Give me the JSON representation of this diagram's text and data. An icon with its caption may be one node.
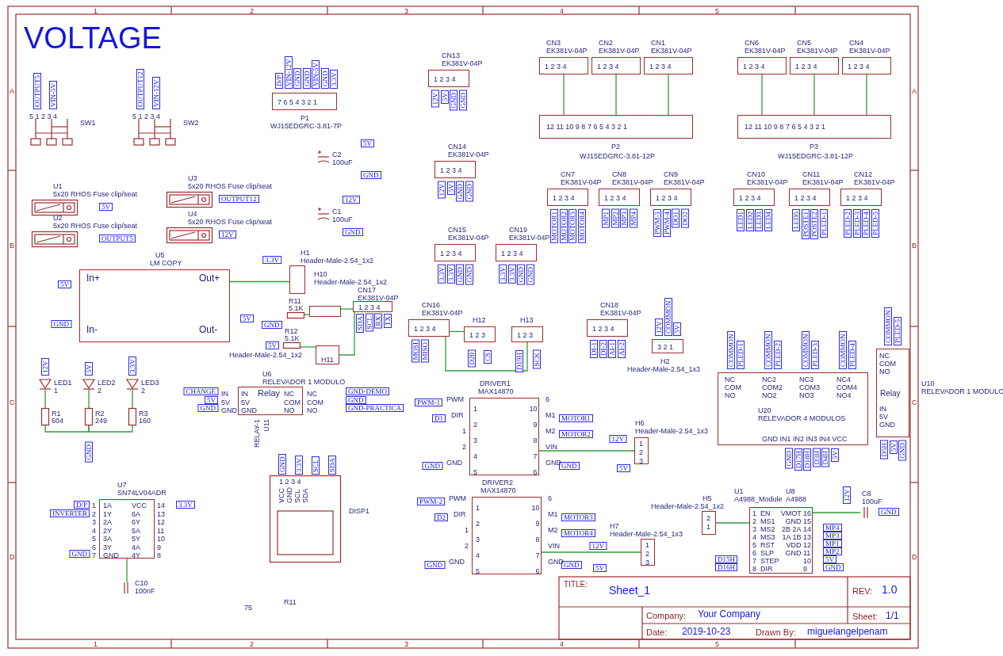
{
  "diagram": {
    "title": "VOLTAGE",
    "nodes": [
      {
        "text": [
          "SW1",
          "5 1 2 3 4"
        ],
        "beside": [
          "OUTPUT5",
          "VIN-5V"
        ]
      },
      {
        "text": [
          "SW2",
          "5 1 2 3 4"
        ],
        "beside": [
          "OUTPUT12",
          "VIN-12V"
        ]
      },
      {
        "text": [
          "7 6 5 4 3 2 1",
          "P1",
          "WJ15EDGRC-3.81-7P"
        ],
        "beside": [
          "D/P",
          "VIN-12V",
          "GND",
          "GND",
          "VIN-5V",
          "GND",
          "3.3V"
        ]
      },
      {
        "text": [
          "CN13",
          "EK381V-04P",
          "1 2 3 4"
        ],
        "beside": [
          "12V",
          "5V",
          "GND",
          "GND"
        ]
      },
      {
        "text": [
          "CN3",
          "EK381V-04P",
          "1 2 3 4"
        ]
      },
      {
        "text": [
          "CN2",
          "EK381V-04P",
          "1 2 3 4"
        ]
      },
      {
        "text": [
          "CN1",
          "EK381V-04P",
          "1 2 3 4"
        ]
      },
      {
        "text": [
          "12 11 10 9 8 7 6 5 4 3 2 1",
          "P2",
          "WJ15EDGRC-3.81-12P"
        ]
      },
      {
        "text": [
          "CN6",
          "EK381V-04P",
          "1 2 3 4"
        ]
      },
      {
        "text": [
          "CN5",
          "EK381V-04P",
          "1 2 3 4"
        ]
      },
      {
        "text": [
          "CN4",
          "EK381V-04P",
          "1 2 3 4"
        ]
      },
      {
        "text": [
          "12 11 10 9 8 7 6 5 4 3 2 1",
          "P3",
          "WJ15EDGRC-3.81-12P"
        ]
      },
      {
        "text": [
          "C2",
          "100uF"
        ],
        "beside": [
          "5V",
          "GND"
        ]
      },
      {
        "text": [
          "C1",
          "100uF"
        ],
        "beside": [
          "12V",
          "GND"
        ]
      },
      {
        "text": [
          "U1",
          "5x20 RHOS Fuse clip/seat"
        ],
        "beside": [
          "5V"
        ]
      },
      {
        "text": [
          "U2",
          "5x20 RHOS Fuse clip/seat"
        ],
        "beside": [
          "OUTPUT5"
        ]
      },
      {
        "text": [
          "U3",
          "5x20 RHOS Fuse clip/seat"
        ],
        "beside": [
          "OUTPUT12"
        ]
      },
      {
        "text": [
          "U4",
          "5x20 RHOS Fuse clip/seat"
        ],
        "beside": [
          "12V"
        ]
      },
      {
        "text": [
          "CN14",
          "EK381V-04P",
          "1 2 3 4"
        ],
        "beside": [
          "12V",
          "5V",
          "GND",
          "GND"
        ]
      },
      {
        "text": [
          "CN15",
          "EK381V-04P",
          "1 2 3 4"
        ],
        "beside": [
          "3.3V",
          "3.3V",
          "GND",
          "GND"
        ]
      },
      {
        "text": [
          "CN19",
          "EK381V-04P",
          "1 2 3 4"
        ],
        "beside": [
          "3.3V",
          "3.3V",
          "GND",
          "GND"
        ]
      },
      {
        "text": [
          "CN7",
          "EK381V-04P",
          "1 2 3 4"
        ],
        "beside": [
          "MOTOR1",
          "MOTOR2",
          "MOTOR3",
          "MOTOR4"
        ]
      },
      {
        "text": [
          "CN8",
          "EK381V-04P",
          "1 2 3 4"
        ],
        "beside": [
          "MP1",
          "MP2",
          "MP3",
          "MP4"
        ]
      },
      {
        "text": [
          "CN9",
          "EK381V-04P",
          "1 2 3 4"
        ],
        "beside": [
          "PWM-3",
          "PWM-4",
          "DO1",
          "DO2"
        ]
      },
      {
        "text": [
          "CN10",
          "EK381V-04P",
          "1 2 3 4"
        ],
        "beside": [
          "LED1",
          "LED2",
          "LED3",
          "LED4"
        ]
      },
      {
        "text": [
          "CN11",
          "EK381V-04P",
          "1 2 3 4"
        ],
        "beside": [
          "LED5",
          "POSTE1",
          "POSTE2",
          "PLED-1"
        ]
      },
      {
        "text": [
          "CN12",
          "EK381V-04P",
          "1 2 3 4"
        ],
        "beside": [
          "PLED-2",
          "PLED-3",
          "PLED-4",
          "PLED-5"
        ]
      },
      {
        "text": [
          "U5",
          "LM COPY",
          "In+",
          "Out+",
          "In-",
          "Out-"
        ],
        "beside": [
          "5V",
          "GND",
          "5V",
          "GND"
        ]
      },
      {
        "text": [
          "H1",
          "Header-Male-2.54_1x2"
        ],
        "beside": [
          "3.3V"
        ]
      },
      {
        "text": [
          "H10",
          "Header-Male-2.54_1x2"
        ]
      },
      {
        "text": [
          "CN17",
          "EK381V-04P",
          "1 2 3 4"
        ],
        "beside": [
          "SDA",
          "SCL",
          "RX",
          "TX"
        ]
      },
      {
        "text": [
          "R11",
          "5.1K"
        ]
      },
      {
        "text": [
          "R12",
          "5.1K"
        ],
        "beside": [
          "5V"
        ]
      },
      {
        "text": [
          "H11",
          "Header-Male-2.54_1x2"
        ]
      },
      {
        "text": [
          "CN16",
          "EK381V-04P",
          "1 2 3 4"
        ],
        "beside": [
          "MOSI",
          "MISO"
        ]
      },
      {
        "text": [
          "H12",
          "1 2 3"
        ],
        "beside": [
          "D20",
          "CS"
        ]
      },
      {
        "text": [
          "H13",
          "1 2 3"
        ],
        "beside": [
          "D19H",
          "SCK"
        ]
      },
      {
        "text": [
          "CN18",
          "EK381V-04P",
          "1 2 3 4"
        ],
        "beside": [
          "DI-1",
          "DI-2",
          "AI-1",
          "AI-2"
        ]
      },
      {
        "text": [
          "3 2 1",
          "H2",
          "Header-Male-2.54_1x3"
        ],
        "beside": [
          "12V",
          "COMMON",
          "5V"
        ]
      },
      {
        "text": [
          "U20",
          "RELEVADOR 4 MODULOS",
          "NC COM NO",
          "NC2 COM2 NO2",
          "NC3 COM3 NO3",
          "NC4 COM4 NO4",
          "GND IN1 IN2 IN3 IN4 VCC"
        ],
        "beside": [
          "COMMON",
          "PLED-1",
          "COMMON",
          "PLED-2",
          "COMMON",
          "PLED-3",
          "COMMON",
          "PLED-4",
          "GND",
          "D17H",
          "D18H",
          "D3H",
          "D4H",
          "5V"
        ]
      },
      {
        "text": [
          "U10",
          "RELEVADOR 1 MODULO",
          "NC COM NO",
          "Relay",
          "IN 5V GND"
        ],
        "beside": [
          "COMMON",
          "PLED-5",
          "D5H",
          "5V",
          "GND"
        ]
      },
      {
        "text": [
          "LED1",
          "1"
        ],
        "beside": [
          "12V"
        ]
      },
      {
        "text": [
          "LED2",
          "2"
        ],
        "beside": [
          "5V"
        ]
      },
      {
        "text": [
          "LED3",
          "2"
        ],
        "beside": [
          "3.3V"
        ]
      },
      {
        "text": [
          "R1",
          "604"
        ]
      },
      {
        "text": [
          "R2",
          "249"
        ],
        "beside": [
          "GND"
        ]
      },
      {
        "text": [
          "R3",
          "160"
        ]
      },
      {
        "text": [
          "U6",
          "RELEVADOR 1 MODULO",
          "IN 5V GND",
          "IN 5V GND",
          "Relay",
          "NC COM NO",
          "NC COM NO",
          "RELAY-1",
          "U11"
        ],
        "beside": [
          "CHANGE",
          "5V",
          "GND",
          "GND-DEMO",
          "GND",
          "GND-PRACTICA"
        ]
      },
      {
        "text": [
          "DRIVER1",
          "MAX14870",
          "PWM",
          "DIR",
          "GND",
          "M1",
          "M2",
          "VIN",
          "GND",
          "1 2 3 4 5",
          "10 9 8 7 6",
          "1",
          "2",
          "6"
        ],
        "beside": [
          "PWM-1",
          "D1",
          "GND",
          "MOTOR1",
          "MOTOR2",
          "GND"
        ]
      },
      {
        "text": [
          "H6",
          "Header-Male-2.54_1x3",
          "1 2 3"
        ],
        "beside": [
          "12V",
          "5V"
        ]
      },
      {
        "text": [
          "DRIVER2",
          "MAX14870",
          "PWM",
          "DIR",
          "GND",
          "M1",
          "M2",
          "VIN",
          "GND",
          "1 2 3 4 5",
          "10 9 8 7 6",
          "1",
          "2",
          "6"
        ],
        "beside": [
          "PWM-2",
          "D2",
          "GND",
          "MOTOR3",
          "MOTOR4",
          "GND"
        ]
      },
      {
        "text": [
          "H7",
          "Header-Male-2.54_1x3",
          "1 2 3"
        ],
        "beside": [
          "12V",
          "5V"
        ]
      },
      {
        "text": [
          "U7",
          "SN74LV04ADR",
          "1 2 3 4 5 6 7",
          "1A 1Y 2A 2Y 3A 3Y GND",
          "VCC 6A 6Y 5A 5Y 4A 4Y",
          "14 13 12 11 10 9 8"
        ],
        "beside": [
          "D/P",
          "INVERTER",
          "GND",
          "3.3V"
        ]
      },
      {
        "text": [
          "C10",
          "100nF"
        ]
      },
      {
        "text": [
          "DISP1",
          "1 2 3 4",
          "VCC GND SCL SDA"
        ],
        "beside": [
          "GND",
          "3.3V",
          "SCL",
          "SDA"
        ]
      },
      {
        "text": [
          "H5",
          "Header-Male-2.54_1x2",
          "2 1"
        ]
      },
      {
        "text": [
          "U1",
          "A4988_Module",
          "U8",
          "A4988",
          "1 2 3 4 5 6 7 8",
          "EN MS1 MS2 MS3 RST SLP STEP DIR",
          "VMOT GND 2B 2A 1A 1B VDD GND",
          "16 15 14 13 12 11 10 9"
        ],
        "beside": [
          "D15H",
          "D16H",
          "MP4",
          "MP3",
          "MP1",
          "MP2",
          "5V",
          "GND"
        ]
      },
      {
        "text": [
          "C8",
          "100uF"
        ],
        "beside": [
          "12V",
          "GND"
        ]
      }
    ],
    "edges": [
      {
        "from": 4,
        "to": 7,
        "arrow": "none"
      },
      {
        "from": 5,
        "to": 7,
        "arrow": "none"
      },
      {
        "from": 6,
        "to": 7,
        "arrow": "none"
      },
      {
        "from": 8,
        "to": 11,
        "arrow": "none"
      },
      {
        "from": 9,
        "to": 11,
        "arrow": "none"
      },
      {
        "from": 10,
        "to": 11,
        "arrow": "none"
      },
      {
        "from": 27,
        "to": 28,
        "arrow": "none"
      },
      {
        "from": 31,
        "to": 29,
        "arrow": "none"
      },
      {
        "from": 29,
        "to": 30,
        "arrow": "none"
      },
      {
        "from": 32,
        "to": 33,
        "arrow": "none"
      },
      {
        "from": 33,
        "to": 30,
        "arrow": "none"
      },
      {
        "from": 34,
        "to": 35,
        "arrow": "none"
      },
      {
        "from": 34,
        "to": 36,
        "arrow": "none"
      },
      {
        "from": 48,
        "to": 49,
        "arrow": "none"
      },
      {
        "from": 50,
        "to": 51,
        "arrow": "none"
      },
      {
        "from": 41,
        "to": 44,
        "arrow": "none"
      },
      {
        "from": 42,
        "to": 45,
        "arrow": "none"
      },
      {
        "from": 43,
        "to": 46,
        "arrow": "none"
      },
      {
        "from": 44,
        "to": 45,
        "arrow": "none"
      },
      {
        "from": 45,
        "to": 46,
        "arrow": "none"
      },
      {
        "from": 52,
        "to": 53,
        "arrow": "none"
      },
      {
        "from": 55,
        "to": 56,
        "arrow": "none"
      },
      {
        "from": 56,
        "to": 57,
        "arrow": "none"
      }
    ],
    "labels": [
      "1",
      "2",
      "3",
      "4",
      "5",
      "A",
      "A",
      "B",
      "B",
      "C",
      "C",
      "D",
      "D",
      "75",
      "R11",
      "TITLE:",
      "Sheet_1",
      "REV:",
      "1.0",
      "Company:",
      "Your Company",
      "Sheet:",
      "1/1",
      "Date:",
      "2019-10-23",
      "Drawn By:",
      "miguelangelpenam",
      "1",
      "2",
      "3",
      "4",
      "5"
    ]
  }
}
